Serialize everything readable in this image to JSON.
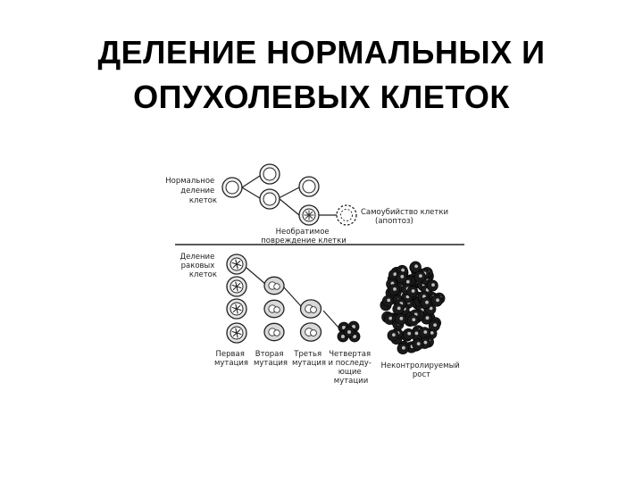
{
  "title": {
    "line1": "ДЕЛЕНИЕ НОРМАЛЬНЫХ И",
    "line2": "ОПУХОЛЕВЫХ КЛЕТОК"
  },
  "labels": {
    "normal_division": [
      "Нормальное",
      "деление",
      "клеток"
    ],
    "apoptosis": [
      "Самоубийство клетки",
      "(апоптоз)"
    ],
    "damage": [
      "Необратимое",
      "повреждение клетки"
    ],
    "cancer_division": [
      "Деление",
      "раковых",
      "клеток"
    ],
    "mutation1": [
      "Первая",
      "мутация"
    ],
    "mutation2": [
      "Вторая",
      "мутация"
    ],
    "mutation3": [
      "Третья",
      "мутация"
    ],
    "mutation4": [
      "Четвертая",
      "и последу-",
      "ющие",
      "мутации"
    ],
    "uncontrolled": [
      "Неконтролируемый",
      "рост"
    ]
  },
  "colors": {
    "title": "#000000",
    "line": "#222222",
    "cell_fill": "#f2f2f2",
    "tumor_dark": "#1a1a1a",
    "tumor_light": "#bdbdbd"
  }
}
